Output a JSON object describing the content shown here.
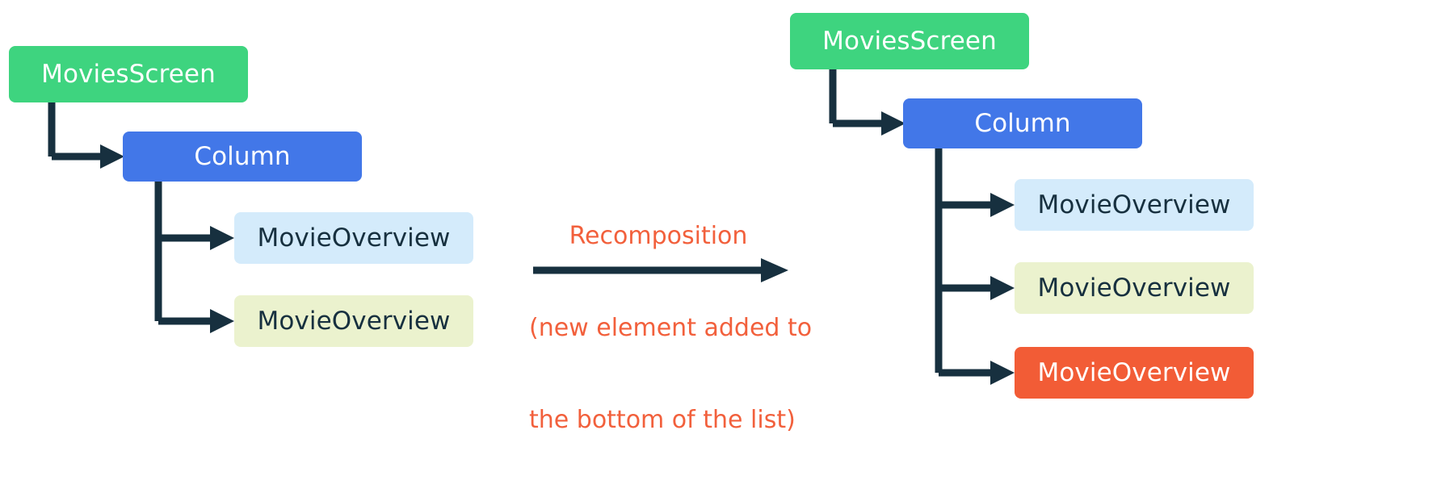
{
  "diagram": {
    "title": "Compose recomposition tree diagram",
    "colors": {
      "root": "#3ed47f",
      "column": "#4277e8",
      "leaf_a": "#d4ebfb",
      "leaf_b": "#ebf2ce",
      "leaf_new": "#f25c36",
      "connector": "#17303f",
      "annotation": "#f2603c",
      "background": "#ffffff"
    },
    "before": {
      "root": {
        "label": "MoviesScreen"
      },
      "column": {
        "label": "Column"
      },
      "children": [
        {
          "label": "MovieOverview"
        },
        {
          "label": "MovieOverview"
        }
      ]
    },
    "transition": {
      "line1": "Recomposition",
      "line2": "(new element added to",
      "line3": "the bottom of the list)",
      "arrow": "right-arrow-icon"
    },
    "after": {
      "root": {
        "label": "MoviesScreen"
      },
      "column": {
        "label": "Column"
      },
      "children": [
        {
          "label": "MovieOverview"
        },
        {
          "label": "MovieOverview"
        },
        {
          "label": "MovieOverview"
        }
      ]
    }
  }
}
